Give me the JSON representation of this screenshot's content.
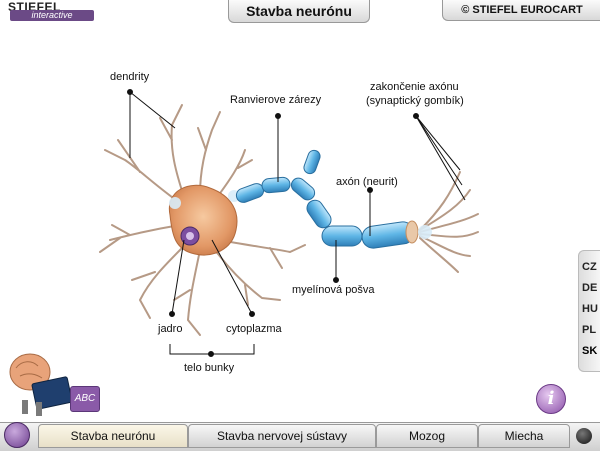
{
  "header": {
    "logo_main": "STIEFEL",
    "logo_sub": "interactive",
    "title": "Stavba neurónu",
    "copyright": "© STIEFEL EUROCART"
  },
  "labels": {
    "dendrites": "dendrity",
    "ranvier": "Ranvierove zárezy",
    "axon_terminal_1": "zakončenie axónu",
    "axon_terminal_2": "(synaptický gombík)",
    "axon": "axón (neurit)",
    "myelin": "myelínová pošva",
    "nucleus": "jadro",
    "cytoplasm": "cytoplazma",
    "cell_body": "telo bunky"
  },
  "languages": [
    "CZ",
    "DE",
    "HU",
    "PL",
    "SK"
  ],
  "active_language": "SK",
  "buttons": {
    "abc": "ABC",
    "info": "i"
  },
  "nav_tabs": [
    "Stavba neurónu",
    "Stavba nervovej sústavy",
    "Mozog",
    "Miecha"
  ],
  "active_tab": "Stavba neurónu",
  "colors": {
    "accent_purple": "#8a4fa8",
    "cell_body": "#e8a070",
    "myelin": "#5fb6e6"
  }
}
